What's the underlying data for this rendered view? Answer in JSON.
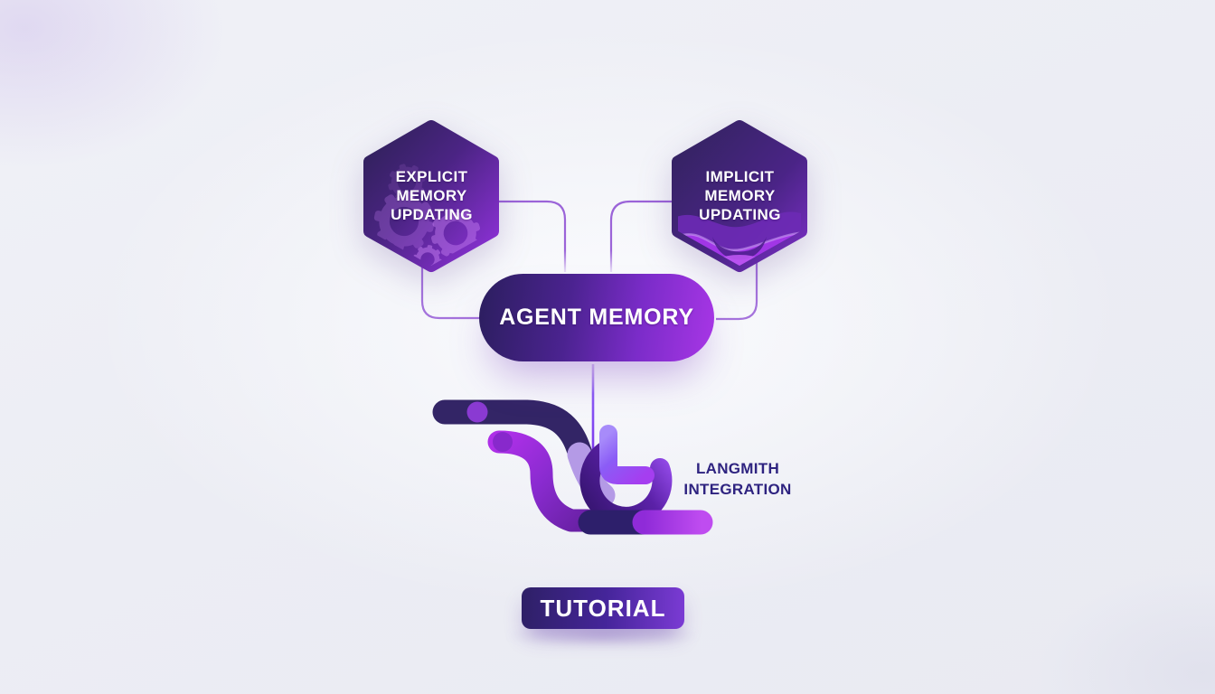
{
  "diagram": {
    "title_context": "agent memory diagram",
    "nodes": {
      "explicit_memory": {
        "lines": [
          "EXPLICIT",
          "MEMORY",
          "UPDATING"
        ],
        "icon": "gear-icon"
      },
      "implicit_memory": {
        "lines": [
          "IMPLICIT",
          "MEMORY",
          "UPDATING"
        ],
        "icon": "waves-icon"
      },
      "agent_memory": {
        "label": "AGENT MEMORY"
      },
      "langsmith_integration": {
        "lines": [
          "LANGMITH",
          "INTEGRATION"
        ],
        "icon": "langsmith-logo"
      }
    },
    "footer": {
      "tutorial_label": "TUTORIAL"
    },
    "colors": {
      "background": "#eef0f6",
      "hexagon_dark": "#2f2159",
      "hexagon_bright": "#9132d9",
      "pill_gradient_start": "#2b1e5e",
      "pill_gradient_end": "#a836e6",
      "button_gradient_start": "#2e2066",
      "button_gradient_end": "#7b3bd4",
      "connector": "#9b64d8",
      "node_text": "#ffffff",
      "integration_text": "#2e2380"
    }
  }
}
